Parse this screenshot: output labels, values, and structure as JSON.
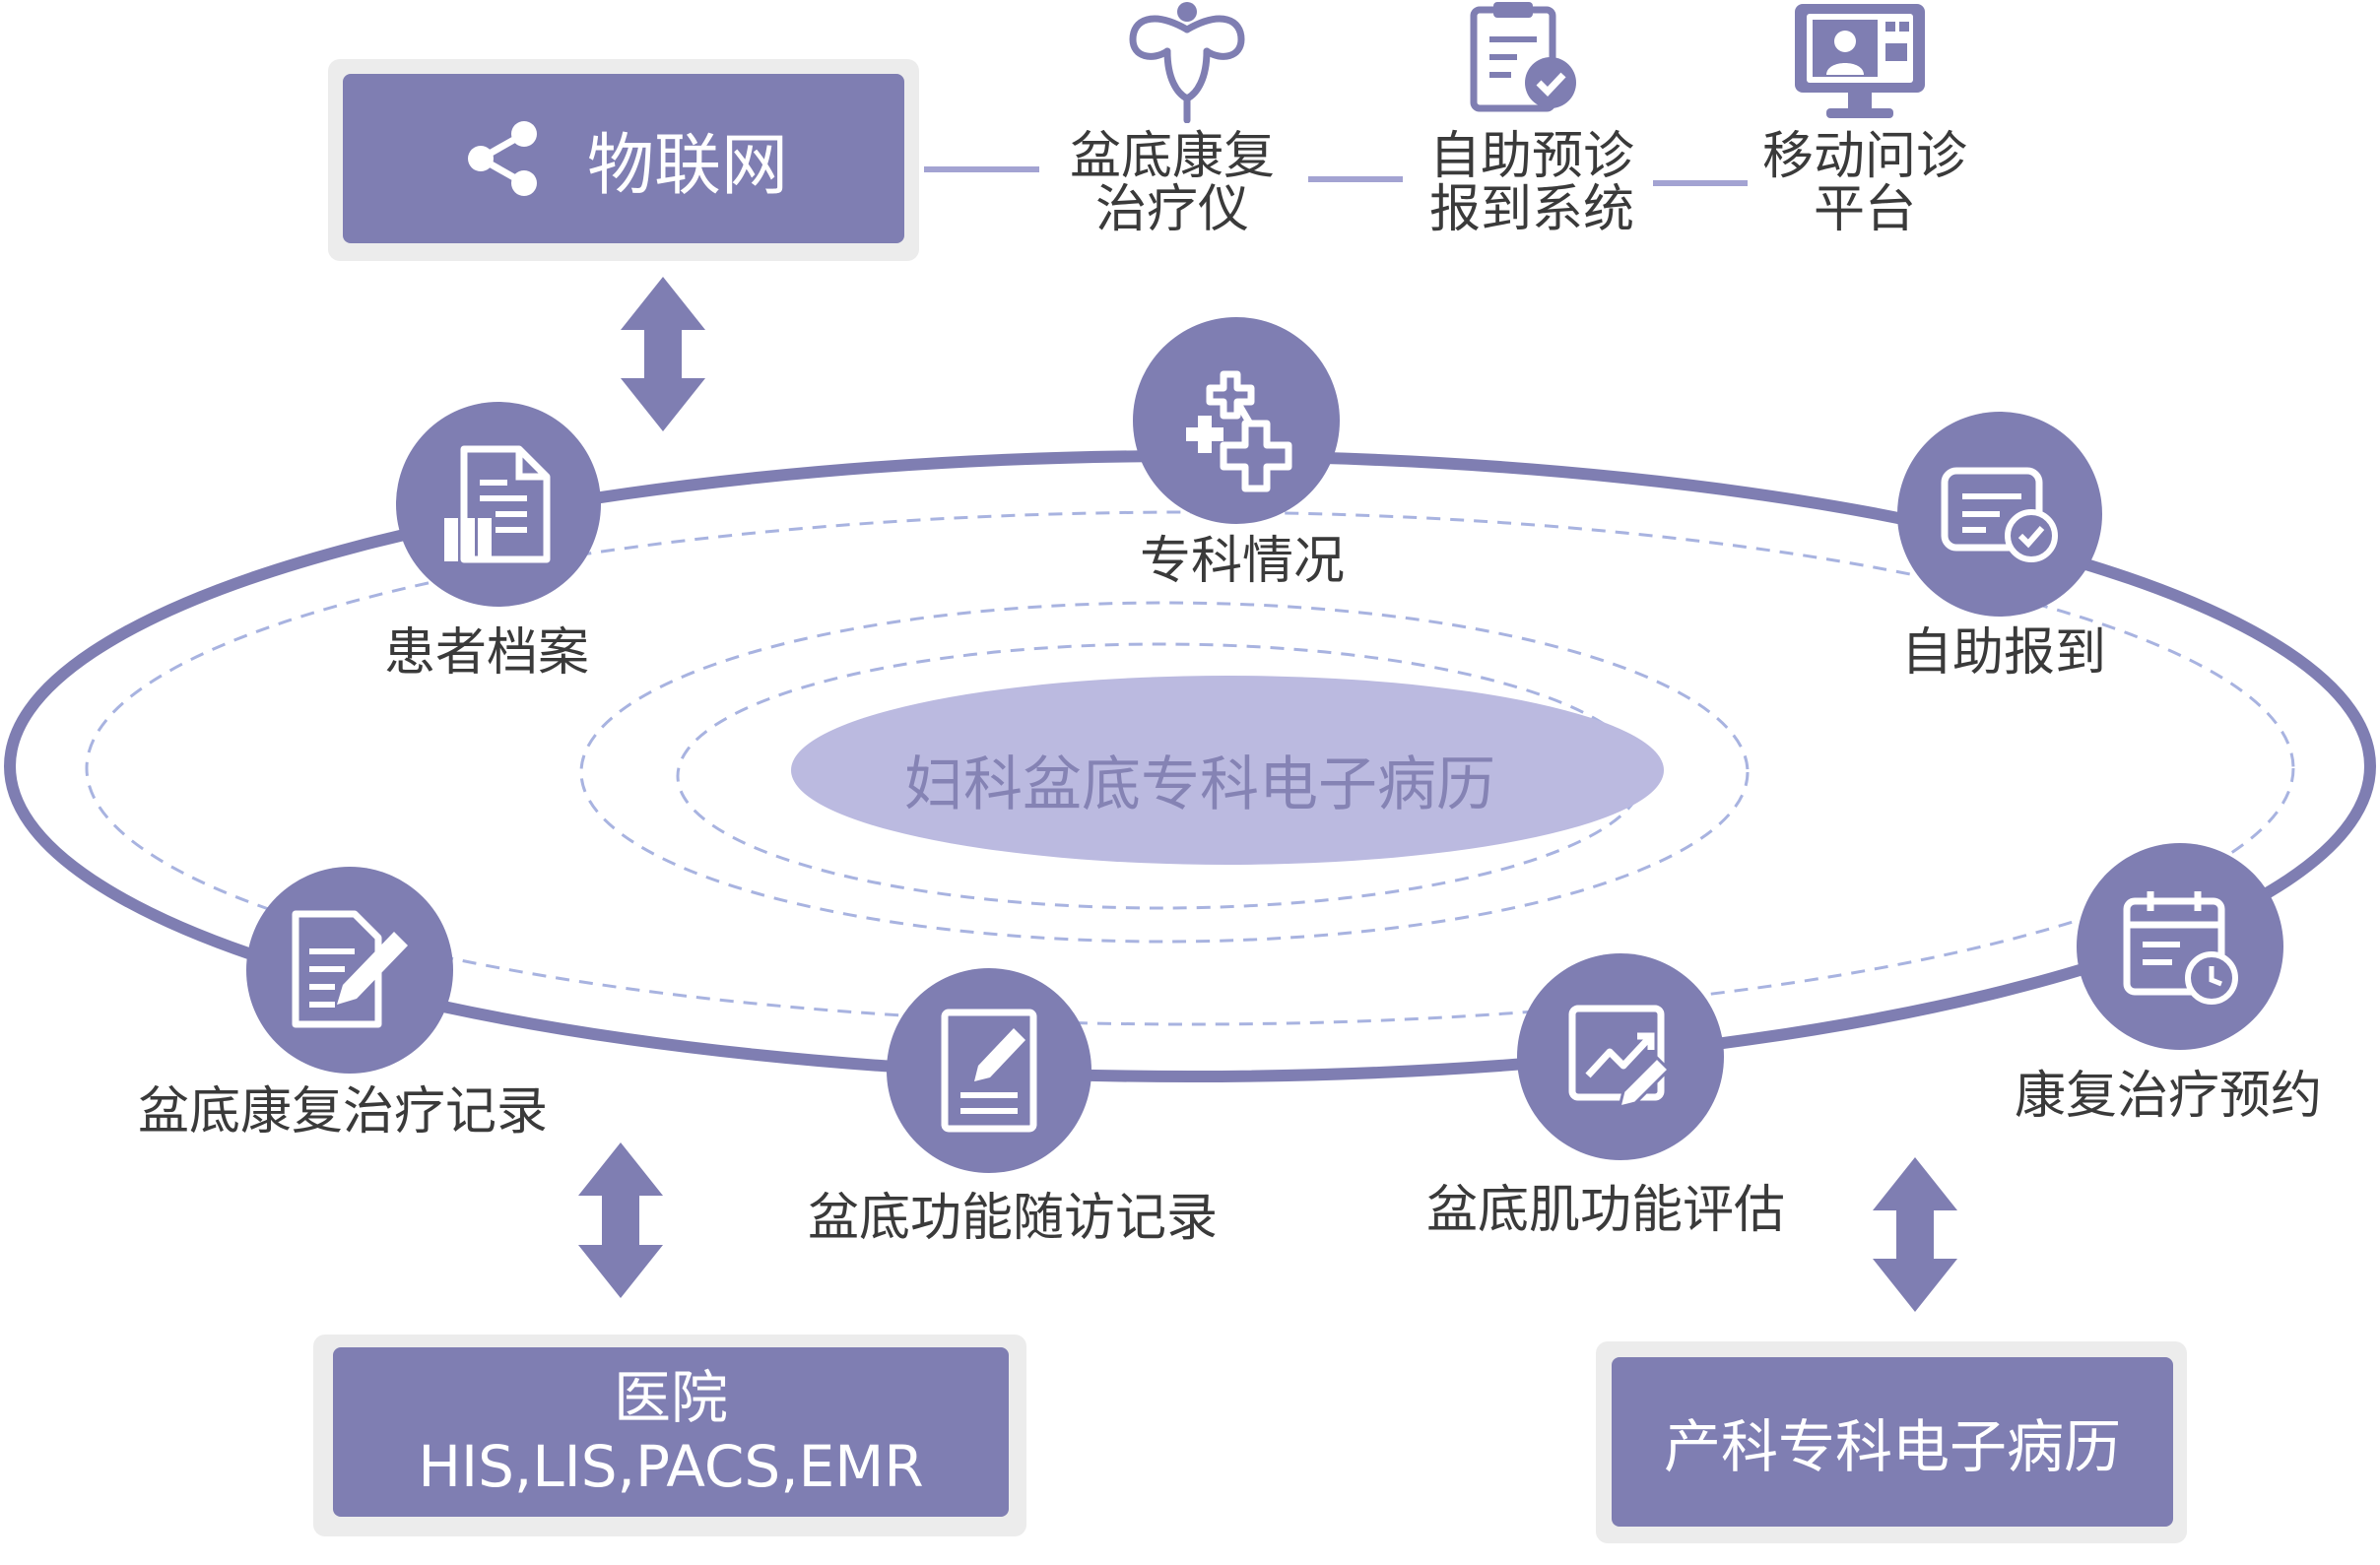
{
  "iot": {
    "label": "物联网",
    "icon": "share-icon"
  },
  "devices": [
    {
      "label_line1": "盆底康复",
      "label_line2": "治疗仪",
      "icon": "uterus-icon"
    },
    {
      "label_line1": "自助预诊",
      "label_line2": "报到系统",
      "icon": "clipboard-check-icon"
    },
    {
      "label_line1": "移动问诊",
      "label_line2": "平台",
      "icon": "video-monitor-icon"
    }
  ],
  "center": {
    "label": "妇科盆底专科电子病历"
  },
  "nodes": [
    {
      "label": "专科情况",
      "icon": "medical-cross-icon"
    },
    {
      "label": "患者档案",
      "icon": "file-archive-icon"
    },
    {
      "label": "自助报到",
      "icon": "checked-card-icon"
    },
    {
      "label": "盆底康复治疗记录",
      "icon": "edit-document-icon"
    },
    {
      "label": "盆底功能随访记录",
      "icon": "write-note-icon"
    },
    {
      "label": "盆底肌功能评估",
      "icon": "chart-edit-icon"
    },
    {
      "label": "康复治疗预约",
      "icon": "calendar-clock-icon"
    }
  ],
  "hospital": {
    "line1": "医院",
    "line2": "HIS,LIS,PACS,EMR"
  },
  "obstetrics": {
    "label": "产科专科电子病历"
  },
  "colors": {
    "primary": "#7f7eb2",
    "light": "#bbbae0",
    "dashed": "#a8b3e0",
    "panel_bg": "#ececec"
  }
}
